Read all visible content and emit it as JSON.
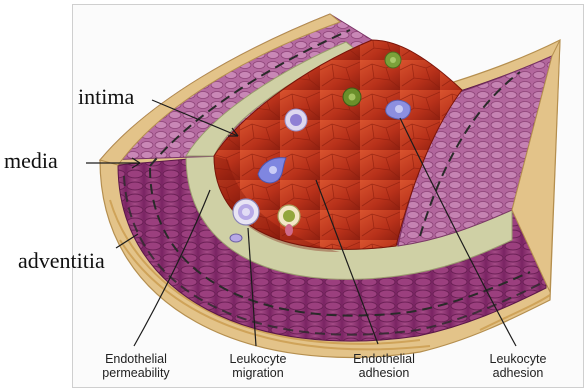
{
  "labels": {
    "intima": "intima",
    "media": "media",
    "adventitia": "adventitia"
  },
  "annotations": [
    {
      "line1": "Endothelial",
      "line2": "permeability"
    },
    {
      "line1": "Leukocyte",
      "line2": "migration"
    },
    {
      "line1": "Endothelial",
      "line2": "adhesion"
    },
    {
      "line1": "Leukocyte",
      "line2": "adhesion"
    }
  ],
  "colors": {
    "adventitia": "#e8c98c",
    "media": "#8a2f6e",
    "media_light": "#b65a95",
    "intima": "#c8c9a4",
    "lumen": "#c0391f",
    "lumen_dark": "#8e1f10",
    "leukocyte": "#8a7fd6",
    "platelet": "#6b8f2a"
  }
}
